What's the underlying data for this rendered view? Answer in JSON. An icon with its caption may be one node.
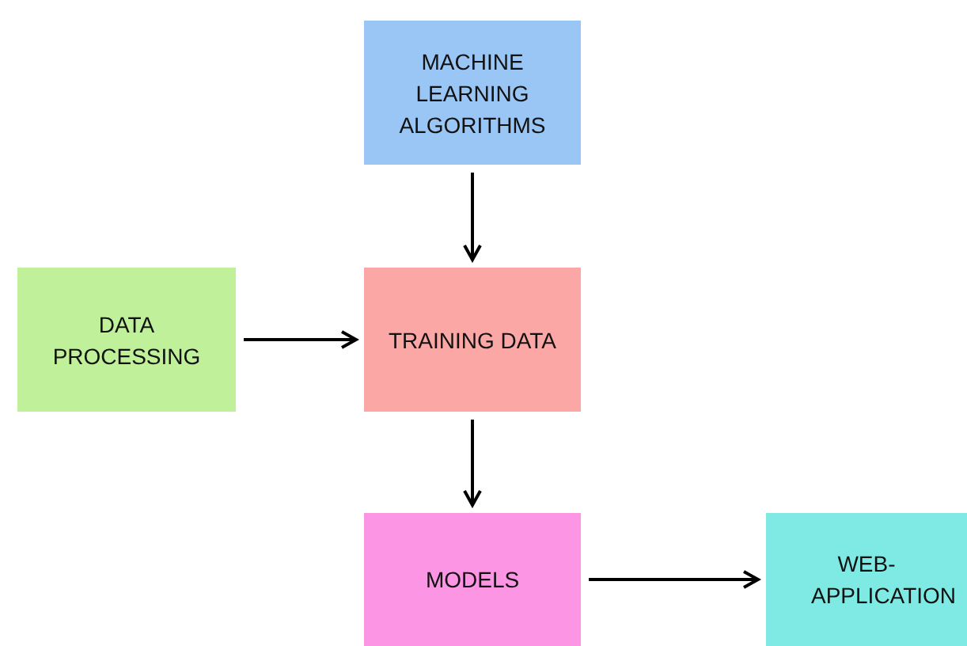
{
  "diagram": {
    "nodes": [
      {
        "text": [
          "MACHINE LEARNING ALGORITHMS"
        ]
      },
      {
        "text": [
          "DATA PROCESSING"
        ]
      },
      {
        "text": [
          "TRAINING DATA"
        ]
      },
      {
        "text": [
          "MODELS"
        ]
      },
      {
        "text": [
          "WEB-APPLICATION"
        ]
      }
    ],
    "edges": [
      {
        "from": 0,
        "to": 2,
        "arrow": "to"
      },
      {
        "from": 1,
        "to": 2,
        "arrow": "to"
      },
      {
        "from": 2,
        "to": 3,
        "arrow": "to"
      },
      {
        "from": 3,
        "to": 4,
        "arrow": "to"
      }
    ]
  }
}
